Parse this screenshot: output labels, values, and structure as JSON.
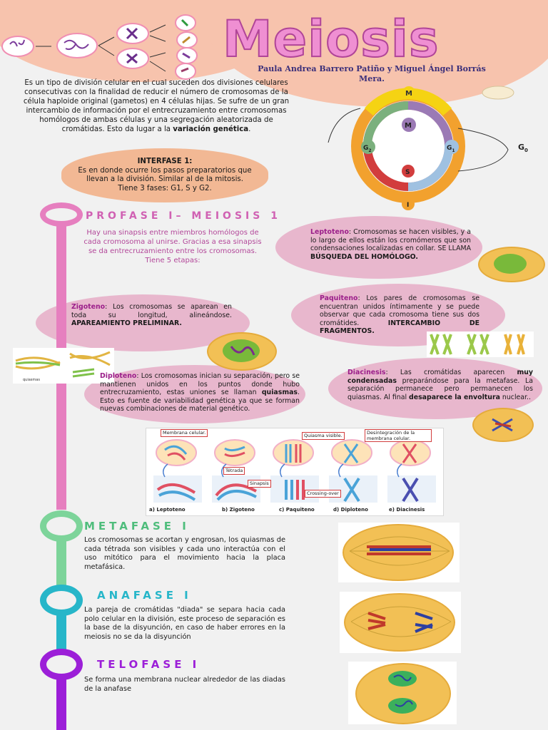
{
  "title": "Meiosis",
  "authors": "Paula Andrea Barrero Patiño y Miguel Ángel Borrás Mera.",
  "intro": {
    "text": "Es un tipo de división celular en el cual suceden dos divisiones celulares consecutivas con la finalidad de reducir el número de cromosomas de la célula haploide original (gametos) en 4 células hijas. Se sufre de un gran intercambio de información por el entrecruzamiento entre cromosomas homólogos de ambas células y una segregación aleatorizada de cromátidas. Esto da lugar a la ",
    "bold": "variación genética",
    "end": "."
  },
  "interfase": {
    "heading": "INTERFASE 1:",
    "text": "Es en donde ocurre los pasos preparatorios que llevan a la división. Similar al de la mitosis. Tiene 3 fases: G1, S y G2."
  },
  "cycle": {
    "outer_m": "M",
    "inner_m": "M",
    "g2": "G",
    "g2_sub": "2",
    "g1": "G",
    "g1_sub": "1",
    "s": "S",
    "i": "I",
    "g0": "G",
    "g0_sub": "0"
  },
  "profase": {
    "title": "PROFASE I– MEIOSIS 1",
    "intro": "Hay una sinapsis entre miembros homólogos de cada cromosoma al unirse. Gracias a esa sinapsis se da entrecruzamiento entre los cromosomas. Tiene 5 etapas:",
    "leptoteno": {
      "label": "Leptoteno",
      "text": ": Cromosomas se hacen visibles, y a lo largo de ellos están los cromómeros que son condensaciones localizadas en collar. SE LLAMA ",
      "bold": "BÚSQUEDA DEL HOMÓLOGO."
    },
    "zigoteno": {
      "label": "Zigoteno",
      "text": ": Los cromosomas se aparean en toda su longitud, alineándose. ",
      "bold": "APAREAMIENTO PRELIMINAR."
    },
    "paquiteno": {
      "label": "Paquiteno",
      "text": ": Los pares de cromosomas se encuentran unidos íntimamente y se puede observar que cada cromosoma tiene sus dos cromátides. ",
      "bold": "INTERCAMBIO DE FRAGMENTOS."
    },
    "diploteno": {
      "label": "Diploteno",
      "text": ": Los cromosomas inician su separación, pero se mantienen unidos en los puntos donde hubo entrecruzamiento, estas uniones se llaman ",
      "bold": "quiasmas",
      "end": ". Esto es fuente de variabilidad genética ya que se forman nuevas combinaciones de material genético."
    },
    "diacinesis": {
      "label": "Diacinesis",
      "text1": ": Las cromátidas aparecen ",
      "bold1": "muy condensadas",
      "text2": " preparándose para la metafase. La separación permanece pero permanecen los quiasmas. Al final ",
      "bold2": "desaparece la envoltura",
      "text3": " nuclear.."
    },
    "quiasma_small": "quiasmas"
  },
  "diagram": {
    "callouts": [
      "Membrana celular.",
      "Quiasma visible.",
      "Desintegración de la membrana celular.",
      "Tétrada",
      "Sinapsis",
      "Crossing-over"
    ],
    "captions": [
      "a) Leptoteno",
      "b) Zigoteno",
      "c) Paquiteno",
      "d) Diploteno",
      "e) Diacinesis"
    ]
  },
  "metafase": {
    "title": "METAFASE I",
    "text": "Los cromosomas se acortan y engrosan, los quiasmas de cada tétrada son visibles y cada uno interactúa con el uso mitótico para el movimiento hacia la placa metafásica."
  },
  "anafase": {
    "title": "ANAFASE I",
    "text": "La pareja de cromátidas \"diada\" se separa hacia cada polo celular en la división, este proceso de separación es la base de la disyunción, en caso de haber errores en la meiosis no se da la disyunción"
  },
  "telofase": {
    "title": "TELOFASE I",
    "text": "Se forma una membrana nuclear alrededor de las diadas de la anafase"
  },
  "colors": {
    "pink_title": "#ef8fd2",
    "timeline_pink": "#e67fbf",
    "timeline_green": "#7dd49a",
    "timeline_teal": "#27b6c9",
    "timeline_purple": "#9c1fd8",
    "section_purple": "#9b2e9b"
  }
}
